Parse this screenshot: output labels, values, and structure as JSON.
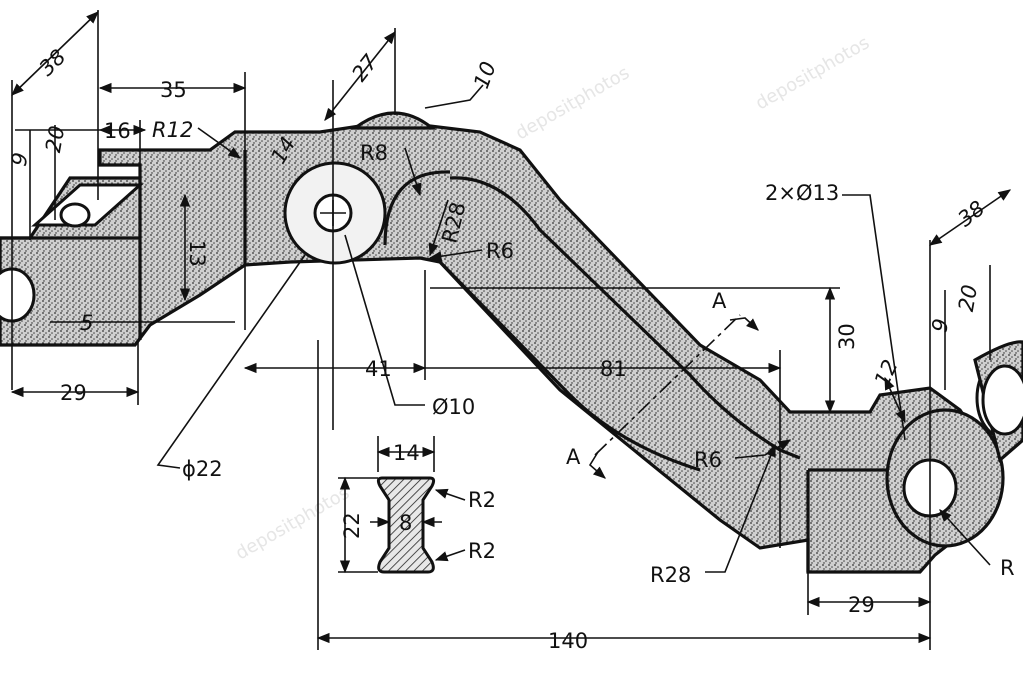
{
  "dimensions": {
    "d38_left": "38",
    "d35": "35",
    "d27": "27",
    "d10_top": "10",
    "d9_left": "9",
    "d20_left": "20",
    "d16": "16",
    "r12": "R12",
    "d14_top": "14",
    "r8": "R8",
    "r28_top": "R28",
    "r6_top": "R6",
    "d13_left": "13",
    "d5": "5",
    "d29_left": "29",
    "d41": "41",
    "dia10": "Ø10",
    "dia22": "ϕ22",
    "d81": "81",
    "d30": "30",
    "section_a_top": "A",
    "section_a_bottom": "A",
    "holes_2x13": "2×Ø13",
    "d38_right": "38",
    "d9_right": "9",
    "d20_right": "20",
    "d12": "12",
    "r6_bottom": "R6",
    "r28_bottom": "R28",
    "r_right_partial": "R",
    "d29_right": "29",
    "d140": "140",
    "section_w14": "14",
    "section_h22": "22",
    "section_web8": "8",
    "section_r2_top": "R2",
    "section_r2_bottom": "R2"
  },
  "watermark": "depositphotos"
}
